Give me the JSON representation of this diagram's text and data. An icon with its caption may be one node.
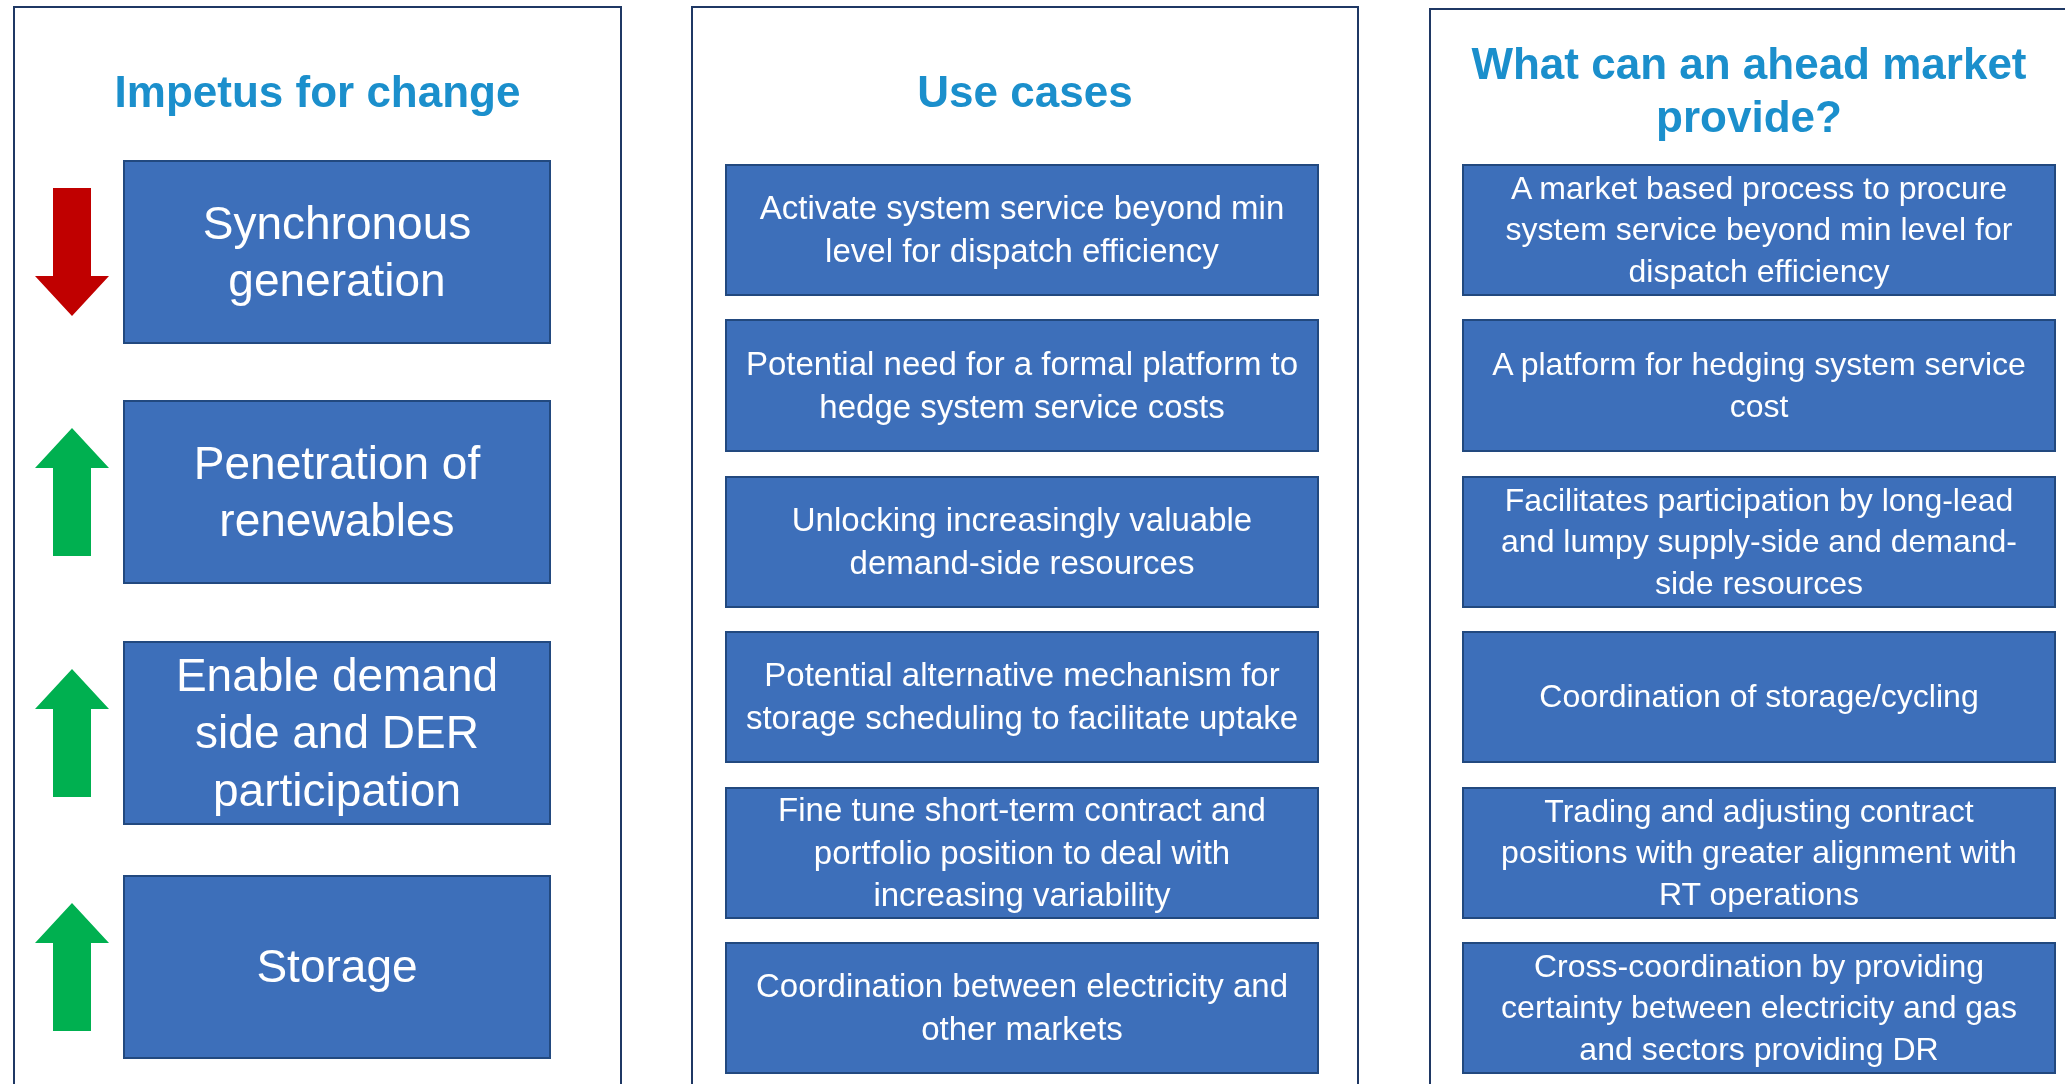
{
  "diagram": {
    "nodes": [
      {
        "text": [
          "Impetus for change"
        ]
      },
      {
        "text": [
          "Synchronous generation"
        ],
        "in": 0
      },
      {
        "text": [
          "Penetration of renewables"
        ],
        "in": 0
      },
      {
        "text": [
          "Enable demand side and DER participation"
        ],
        "in": 0
      },
      {
        "text": [
          "Storage"
        ],
        "in": 0
      },
      {
        "text": [
          "Use cases"
        ]
      },
      {
        "text": [
          "Activate system service beyond min level for dispatch efficiency"
        ],
        "in": 5
      },
      {
        "text": [
          "Potential need for a formal platform to hedge system service costs"
        ],
        "in": 5
      },
      {
        "text": [
          "Unlocking increasingly valuable demand-side resources"
        ],
        "in": 5
      },
      {
        "text": [
          "Potential alternative mechanism for storage scheduling to facilitate uptake"
        ],
        "in": 5
      },
      {
        "text": [
          "Fine tune short-term contract and portfolio position to deal with increasing variability"
        ],
        "in": 5
      },
      {
        "text": [
          "Coordination between electricity and other markets"
        ],
        "in": 5
      },
      {
        "text": [
          "What can an ahead market provide?"
        ]
      },
      {
        "text": [
          "A market based process to procure system service beyond min level for dispatch efficiency"
        ],
        "in": 12
      },
      {
        "text": [
          "A platform for hedging system service cost"
        ],
        "in": 12
      },
      {
        "text": [
          "Facilitates participation by long-lead and lumpy supply-side and demand-side resources"
        ],
        "in": 12
      },
      {
        "text": [
          "Coordination of storage/cycling"
        ],
        "in": 12
      },
      {
        "text": [
          "Trading and adjusting contract positions with greater alignment with RT operations"
        ],
        "in": 12
      },
      {
        "text": [
          "Cross-coordination by providing certainty between electricity and gas and sectors providing DR"
        ],
        "in": 12
      }
    ]
  }
}
